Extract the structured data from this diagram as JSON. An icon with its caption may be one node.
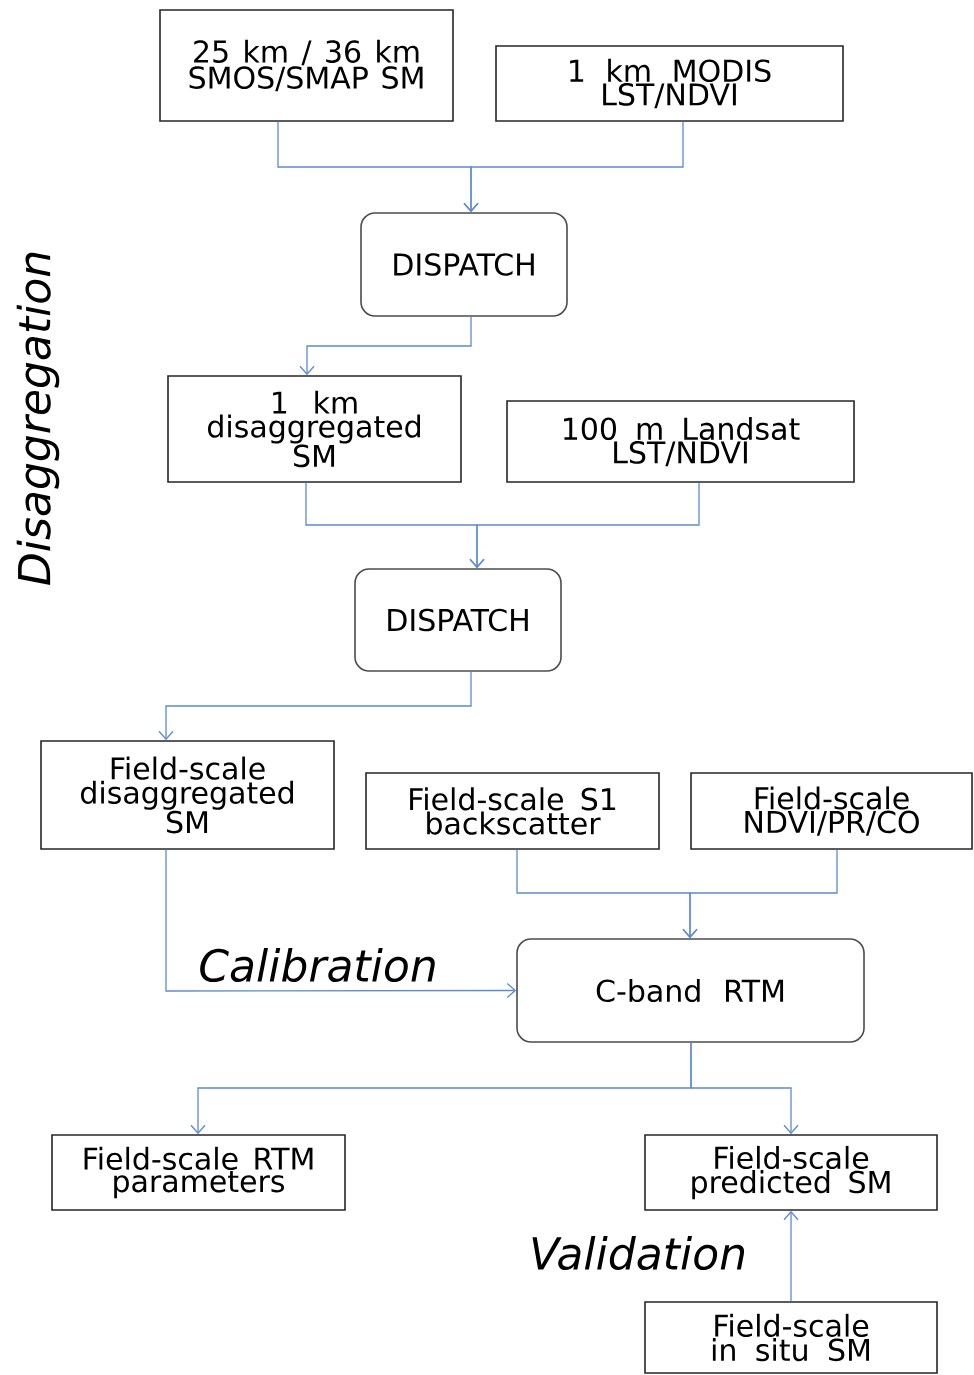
{
  "diagram": {
    "nodes": [
      {
        "text": [
          "25 km / 36 km SMOS/SMAP SM"
        ]
      },
      {
        "text": [
          "1 km MODIS LST/NDVI"
        ]
      },
      {
        "text": [
          "DISPATCH"
        ]
      },
      {
        "text": [
          "1 km disaggregated SM"
        ]
      },
      {
        "text": [
          "100 m Landsat LST/NDVI"
        ]
      },
      {
        "text": [
          "DISPATCH"
        ]
      },
      {
        "text": [
          "Field-scale disaggregated SM"
        ]
      },
      {
        "text": [
          "Field-scale S1 backscatter"
        ]
      },
      {
        "text": [
          "Field-scale NDVI/PR/CO"
        ]
      },
      {
        "text": [
          "C-band RTM"
        ]
      },
      {
        "text": [
          "Field-scale RTM parameters"
        ]
      },
      {
        "text": [
          "Field-scale predicted SM"
        ]
      },
      {
        "text": [
          "Field-scale in situ SM"
        ]
      }
    ],
    "edges": [
      {
        "from": 0,
        "to": 2,
        "arrow": "to"
      },
      {
        "from": 1,
        "to": 2,
        "arrow": "to"
      },
      {
        "from": 2,
        "to": 3,
        "arrow": "to"
      },
      {
        "from": 3,
        "to": 5,
        "arrow": "to"
      },
      {
        "from": 4,
        "to": 5,
        "arrow": "to"
      },
      {
        "from": 5,
        "to": 6,
        "arrow": "to"
      },
      {
        "from": 6,
        "to": 9,
        "arrow": "to",
        "label": "Calibration"
      },
      {
        "from": 7,
        "to": 9,
        "arrow": "to"
      },
      {
        "from": 8,
        "to": 9,
        "arrow": "to"
      },
      {
        "from": 9,
        "to": 10,
        "arrow": "to"
      },
      {
        "from": 9,
        "to": 11,
        "arrow": "to"
      },
      {
        "from": 12,
        "to": 11,
        "arrow": "to",
        "label": "Validation"
      }
    ],
    "labels": [
      "Disaggregation"
    ]
  }
}
